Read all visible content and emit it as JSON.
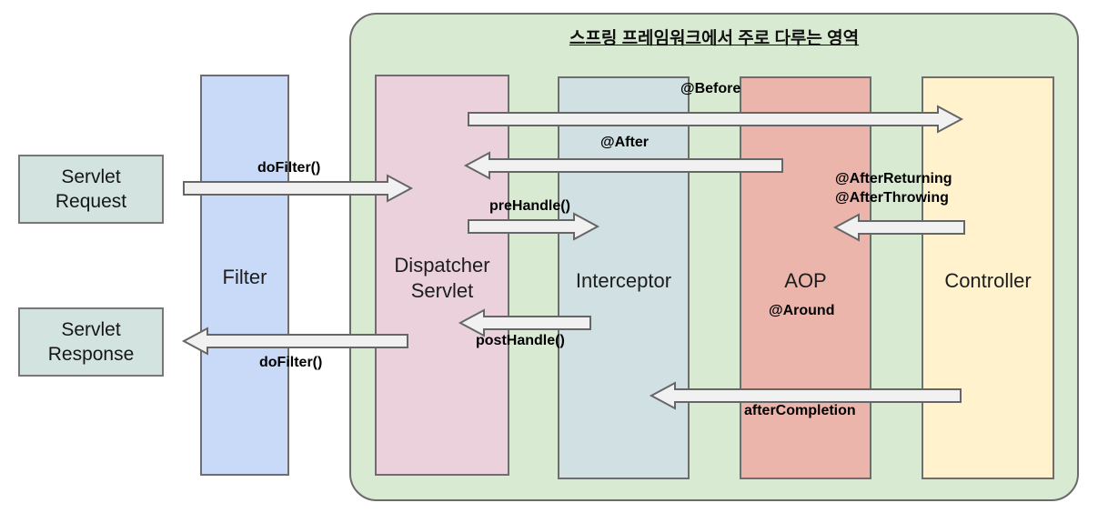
{
  "title": "스프링 프레임워크에서 주로 다루는 영역",
  "nodes": {
    "servlet_request": "Servlet\nRequest",
    "servlet_response": "Servlet\nResponse",
    "filter": "Filter",
    "dispatcher_servlet": "Dispatcher\nServlet",
    "interceptor": "Interceptor",
    "aop": "AOP",
    "controller": "Controller"
  },
  "arrow_labels": {
    "do_filter_request": "doFilter()",
    "before": "@Before",
    "after": "@After",
    "pre_handle": "preHandle()",
    "after_returning": "@AfterReturning",
    "after_throwing": "@AfterThrowing",
    "around": "@Around",
    "post_handle": "postHandle()",
    "after_completion": "afterCompletion",
    "do_filter_response": "doFilter()"
  },
  "colors": {
    "region_green": "#d9ead3",
    "filter_blue": "#c9daf8",
    "dispatcher_pink": "#ead1dc",
    "interceptor_cyan": "#d0e0e3",
    "aop_salmon": "#ecb5ab",
    "controller_yellow": "#fff2cc",
    "endpoint_teal": "#d3e3e0",
    "arrow_fill": "#f1f1f1",
    "border_gray": "#666666"
  }
}
